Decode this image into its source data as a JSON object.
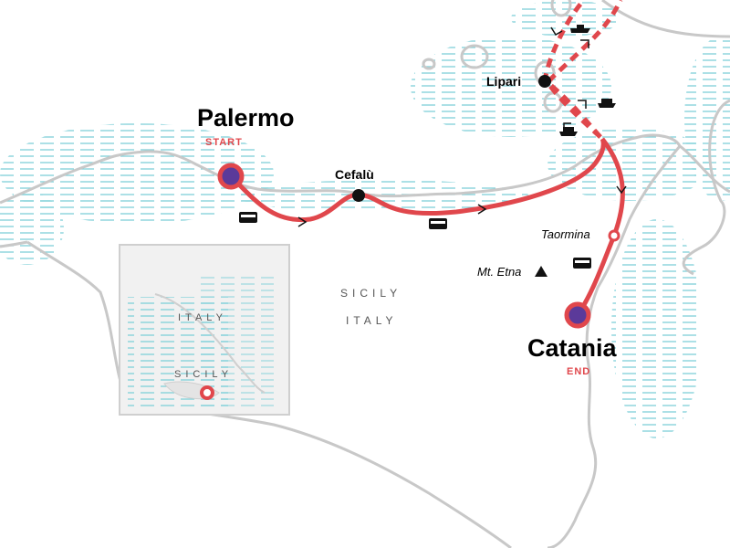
{
  "colors": {
    "route": "#e0474c",
    "marker_fill": "#5b3a9a",
    "coast": "#c8c8c8",
    "water": "#7fd0d8"
  },
  "stops": [
    {
      "name": "Palermo",
      "tag": "START"
    },
    {
      "name": "Cefalù"
    },
    {
      "name": "Lipari"
    },
    {
      "name": "Taormina"
    },
    {
      "name": "Catania",
      "tag": "END"
    }
  ],
  "landmarks": {
    "etna": "Mt. Etna"
  },
  "regions": {
    "sicily": "SICILY",
    "italy": "ITALY"
  },
  "inset": {
    "italy": "ITALY",
    "sicily": "SICILY"
  },
  "icons": [
    "bus-icon",
    "ferry-icon",
    "mountain-icon",
    "arrow-icon"
  ]
}
